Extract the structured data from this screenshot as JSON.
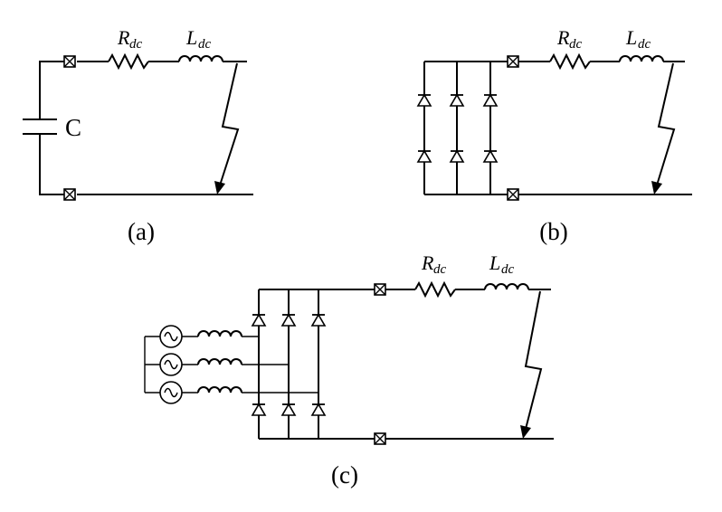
{
  "figure": {
    "panel_a": {
      "caption": "(a)",
      "capacitor_label": "C",
      "resistor_label": {
        "symbol": "R",
        "subscript": "dc"
      },
      "inductor_label": {
        "symbol": "L",
        "subscript": "dc"
      }
    },
    "panel_b": {
      "caption": "(b)",
      "resistor_label": {
        "symbol": "R",
        "subscript": "dc"
      },
      "inductor_label": {
        "symbol": "L",
        "subscript": "dc"
      }
    },
    "panel_c": {
      "caption": "(c)",
      "resistor_label": {
        "symbol": "R",
        "subscript": "dc"
      },
      "inductor_label": {
        "symbol": "L",
        "subscript": "dc"
      }
    }
  },
  "colors": {
    "stroke": "#000000",
    "background": "#ffffff"
  }
}
